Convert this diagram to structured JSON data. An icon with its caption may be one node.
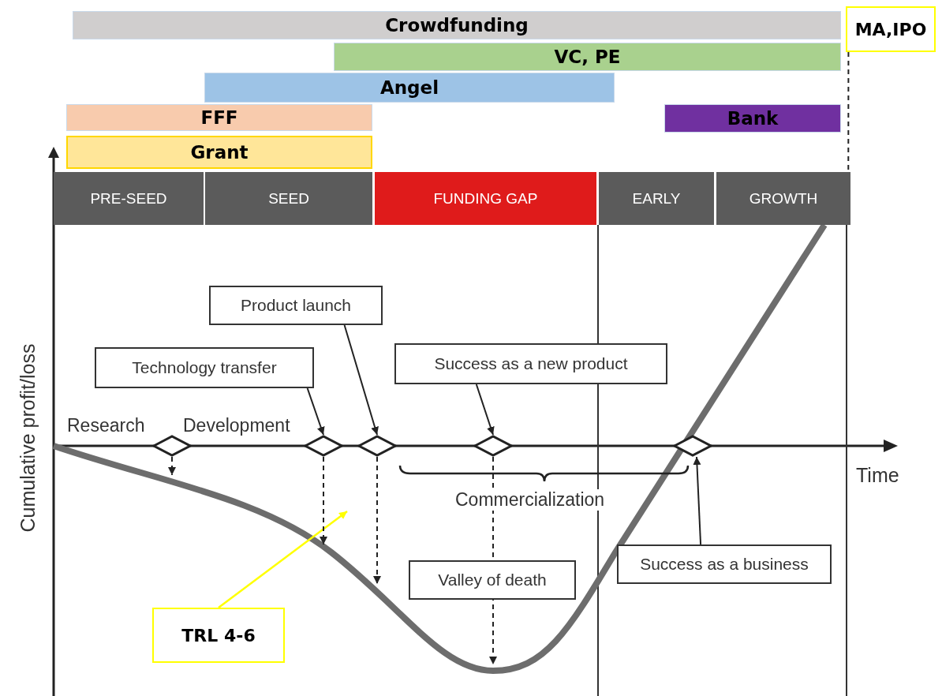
{
  "diagram": {
    "nodes": [
      {
        "text": [
          "Crowdfunding"
        ]
      },
      {
        "text": [
          "MA,IPO"
        ]
      },
      {
        "text": [
          "VC, PE"
        ]
      },
      {
        "text": [
          "Angel"
        ]
      },
      {
        "text": [
          "FFF"
        ]
      },
      {
        "text": [
          "Bank"
        ]
      },
      {
        "text": [
          "Grant"
        ]
      },
      {
        "text": [
          "PRE-SEED"
        ]
      },
      {
        "text": [
          "SEED"
        ]
      },
      {
        "text": [
          "FUNDING GAP"
        ]
      },
      {
        "text": [
          "EARLY"
        ]
      },
      {
        "text": [
          "GROWTH"
        ]
      },
      {
        "text": [
          "Product launch"
        ]
      },
      {
        "text": [
          "Technology transfer"
        ]
      },
      {
        "text": [
          "Success as a new product"
        ]
      },
      {
        "text": [],
        "shape": "diamond"
      },
      {
        "text": [],
        "shape": "diamond"
      },
      {
        "text": [],
        "shape": "diamond"
      },
      {
        "text": [],
        "shape": "diamond"
      },
      {
        "text": [],
        "shape": "diamond"
      },
      {
        "text": [
          "Valley of death"
        ]
      },
      {
        "text": [
          "Success as a business"
        ]
      },
      {
        "text": [
          "TRL 4-6"
        ]
      }
    ],
    "edges": [
      {
        "from": 1,
        "to": 11,
        "arrow": "none",
        "style": "dashed"
      },
      {
        "from": 13,
        "to": 16,
        "arrow": "to"
      },
      {
        "from": 12,
        "to": 17,
        "arrow": "to"
      },
      {
        "from": 14,
        "to": 18,
        "arrow": "to"
      },
      {
        "from": 21,
        "to": 19,
        "arrow": "to"
      },
      {
        "from": 22,
        "to": null,
        "arrow": "to",
        "color": "#ffff00"
      },
      {
        "from": 15,
        "to": null,
        "arrow": "to",
        "style": "dashed"
      },
      {
        "from": 16,
        "to": null,
        "arrow": "to",
        "style": "dashed"
      },
      {
        "from": 17,
        "to": null,
        "arrow": "to",
        "style": "dashed"
      },
      {
        "from": 18,
        "to": null,
        "arrow": "to",
        "style": "dashed"
      }
    ],
    "labels": [
      "Research",
      "Development",
      "Time",
      "Commercialization",
      "Cumulative profit/loss"
    ]
  }
}
